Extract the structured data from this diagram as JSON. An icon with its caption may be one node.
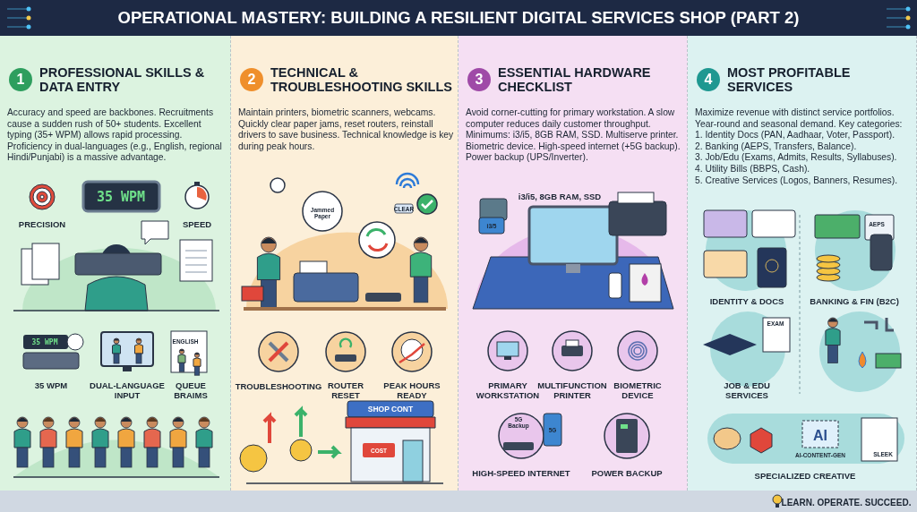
{
  "diagram": {
    "title": "OPERATIONAL MASTERY: BUILDING A RESILIENT DIGITAL SERVICES SHOP (PART 2)",
    "nodes": [
      {
        "text": [
          "1",
          "PROFESSIONAL SKILLS & DATA ENTRY",
          "Accuracy and speed are backbones. Recruitments cause a sudden rush of 50+ students. Excellent typing (35+ WPM) allows rapid processing. Proficiency in dual-languages (e.g., English, regional Hindi/Punjabi) is a massive advantage."
        ]
      },
      {
        "text": [
          "2",
          "TECHNICAL & TROUBLESHOOTING SKILLS",
          "Maintain printers, biometric scanners, webcams. Quickly clear paper jams, reset routers, reinstall drivers to save business. Technical knowledge is key during peak hours."
        ]
      },
      {
        "text": [
          "3",
          "ESSENTIAL HARDWARE CHECKLIST",
          "Avoid corner-cutting for primary workstation. A slow computer reduces daily customer throughput. Minimums: i3/i5, 8GB RAM, SSD. Multiserve printer. Biometric device. High-speed internet (+5G backup). Power backup (UPS/Inverter)."
        ]
      },
      {
        "text": [
          "4",
          "MOST PROFITABLE SERVICES",
          "Maximize revenue with distinct service portfolios. Year-round and seasonal demand. Key categories:",
          "1. Identity Docs (PAN, Aadhaar, Voter, Passport).",
          "2. Banking (AEPS, Transfers, Balance).",
          "3. Job/Edu (Exams, Admits, Results, Syllabuses).",
          "4. Utility Bills (BBPS, Cash).",
          "5. Creative Services (Logos, Banners, Resumes)."
        ]
      }
    ],
    "labels": [
      "35 WPM",
      "PRECISION",
      "SPEED",
      "35 WPM",
      "ENGLISH",
      "35 WPM",
      "DUAL-LANGUAGE INPUT",
      "QUEUE BRAIMS",
      "Jammed Paper",
      "CLEAR",
      "TROUBLESHOOTING",
      "ROUTER RESET",
      "PEAK HOURS READY",
      "SHOP CONT",
      "COST",
      "i3/i5, 8GB RAM, SSD",
      "i3/5",
      "PRIMARY WORKSTATION",
      "MULTIFUNCTION PRINTER",
      "BIOMETRIC DEVICE",
      "5G Backup",
      "5G",
      "HIGH-SPEED INTERNET",
      "POWER BACKUP",
      "AEPS",
      "IDENTITY & DOCS",
      "BANKING & FIN (B2C)",
      "EXAM",
      "JOB & EDU SERVICES",
      "AI",
      "AI-CONTENT-GEN",
      "SLEEK",
      "SPECIALIZED CREATIVE",
      "LEARN. OPERATE. SUCCEED."
    ]
  }
}
